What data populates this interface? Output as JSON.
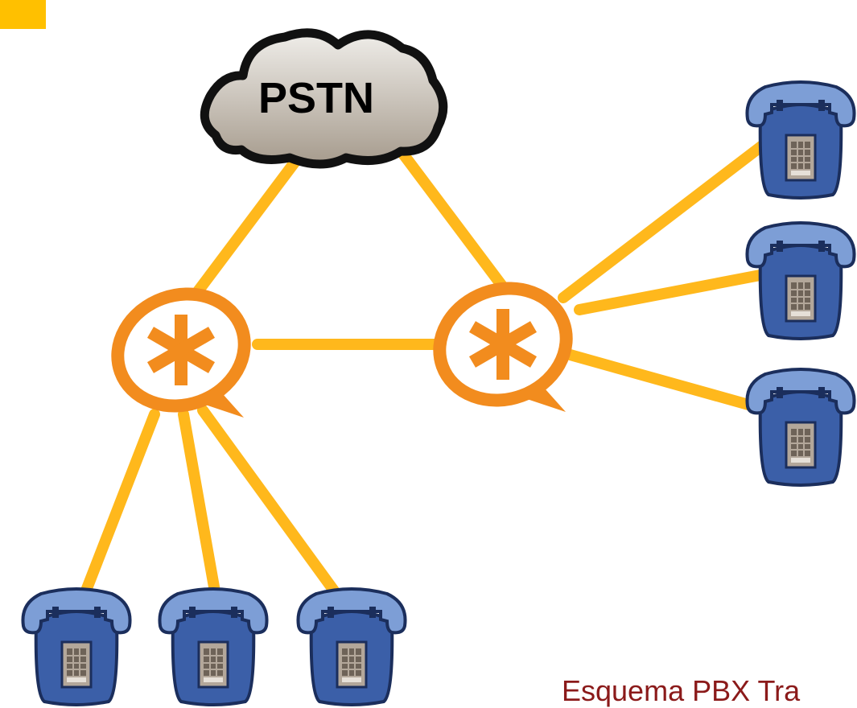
{
  "cloud": {
    "label": "PSTN"
  },
  "nodes": [
    {
      "id": "pbx-left",
      "type": "asterisk-pbx",
      "icon": "asterisk-icon"
    },
    {
      "id": "pbx-right",
      "type": "asterisk-pbx",
      "icon": "asterisk-icon"
    }
  ],
  "phones": {
    "left_pbx": [
      "phone",
      "phone",
      "phone"
    ],
    "right_pbx": [
      "phone",
      "phone",
      "phone"
    ]
  },
  "links": [
    [
      "PSTN",
      "pbx-left"
    ],
    [
      "PSTN",
      "pbx-right"
    ],
    [
      "pbx-left",
      "pbx-right"
    ],
    [
      "pbx-left",
      "phone-1"
    ],
    [
      "pbx-left",
      "phone-2"
    ],
    [
      "pbx-left",
      "phone-3"
    ],
    [
      "pbx-right",
      "phone-4"
    ],
    [
      "pbx-right",
      "phone-5"
    ],
    [
      "pbx-right",
      "phone-6"
    ]
  ],
  "colors": {
    "link": "#ffb81c",
    "asterisk": "#f28c1e",
    "phone_body": "#3b5fa8",
    "marker": "#ffc000",
    "caption": "#8b1a1a"
  },
  "caption": "Esquema PBX Tra"
}
